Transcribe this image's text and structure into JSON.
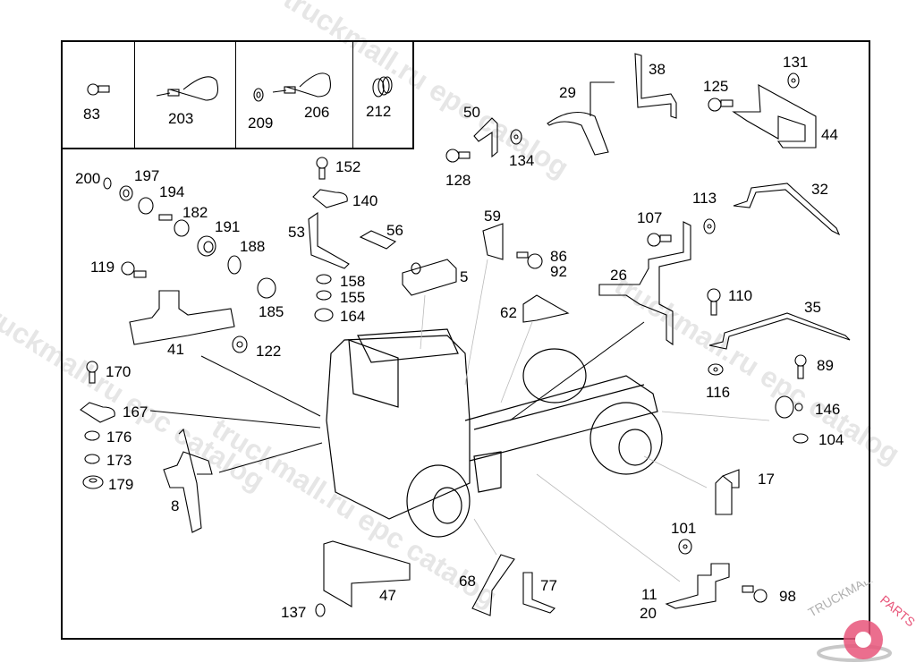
{
  "diagram": {
    "title": "Truck chassis brackets and fasteners exploded parts diagram",
    "kit_cells": [
      {
        "parts": [
          "83"
        ]
      },
      {
        "parts": [
          "203"
        ]
      },
      {
        "parts": [
          "209",
          "206"
        ]
      },
      {
        "parts": [
          "212"
        ]
      }
    ],
    "labels": {
      "p83": "83",
      "p203": "203",
      "p209": "209",
      "p206": "206",
      "p212": "212",
      "p50": "50",
      "p128": "128",
      "p134": "134",
      "p29": "29",
      "p38": "38",
      "p125": "125",
      "p131": "131",
      "p44": "44",
      "p32": "32",
      "p113": "113",
      "p107": "107",
      "p26": "26",
      "p110": "110",
      "p35": "35",
      "p89": "89",
      "p116": "116",
      "p146": "146",
      "p104": "104",
      "p17": "17",
      "p101": "101",
      "p11": "11",
      "p20": "20",
      "p98": "98",
      "p77": "77",
      "p68": "68",
      "p47": "47",
      "p137": "137",
      "p8": "8",
      "p179": "179",
      "p173": "173",
      "p176": "176",
      "p167": "167",
      "p170": "170",
      "p41": "41",
      "p122": "122",
      "p119": "119",
      "p185": "185",
      "p188": "188",
      "p191": "191",
      "p182": "182",
      "p194": "194",
      "p197": "197",
      "p200": "200",
      "p152": "152",
      "p140": "140",
      "p53": "53",
      "p56": "56",
      "p158": "158",
      "p155": "155",
      "p164": "164",
      "p5": "5",
      "p59": "59",
      "p86": "86",
      "p92": "92",
      "p62": "62"
    }
  },
  "watermarks": [
    "truckmall.ru epc catalog",
    "truckmall.ru epc catalog",
    "truckmall.ru epc catalog",
    "truckmall.ru epc catalog"
  ],
  "logo": {
    "text": "TRUCKMALL",
    "accent_text": "PARTS",
    "accent_color": "#e8557a",
    "gray_color": "#b0b0b0"
  }
}
